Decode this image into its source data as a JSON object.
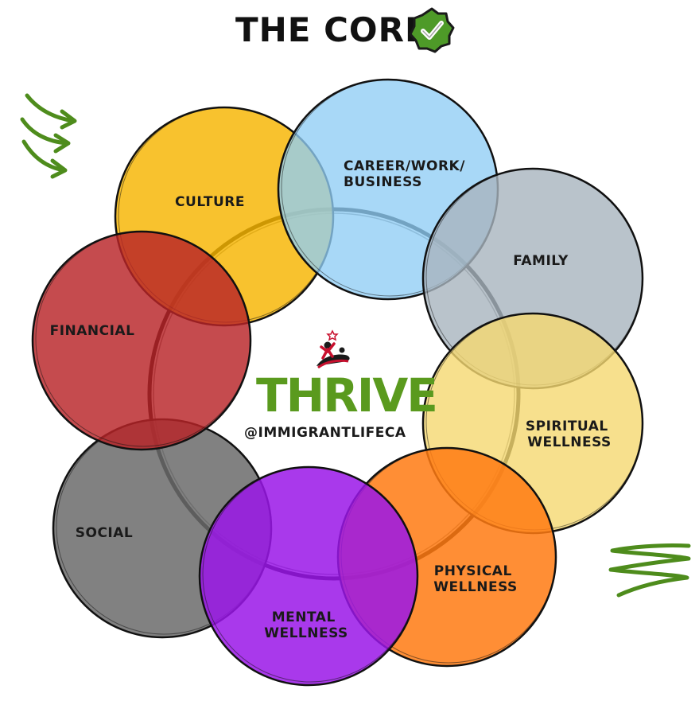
{
  "title": "THE CORE",
  "brand": {
    "name": "THRIVE",
    "handle": "@IMMIGRANTLIFECA"
  },
  "colors": {
    "culture": "#f7b500",
    "career": "#8fcdf5",
    "family": "#a8b4be",
    "spiritual": "#f5d870",
    "physical": "#ff7a12",
    "mental": "#9a16e8",
    "social": "#6b6b6b",
    "financial": "#b82327",
    "accent_green": "#5a9a1e"
  },
  "circles": [
    {
      "key": "culture",
      "lines": [
        "CULTURE"
      ]
    },
    {
      "key": "career",
      "lines": [
        "CAREER/WORK/",
        "BUSINESS"
      ]
    },
    {
      "key": "family",
      "lines": [
        "FAMILY"
      ]
    },
    {
      "key": "spiritual",
      "lines": [
        "SPIRITUAL",
        "WELLNESS"
      ]
    },
    {
      "key": "physical",
      "lines": [
        "PHYSICAL",
        "WELLNESS"
      ]
    },
    {
      "key": "mental",
      "lines": [
        "MENTAL",
        "WELLNESS"
      ]
    },
    {
      "key": "social",
      "lines": [
        "SOCIAL"
      ]
    },
    {
      "key": "financial",
      "lines": [
        "FINANCIAL"
      ]
    }
  ]
}
